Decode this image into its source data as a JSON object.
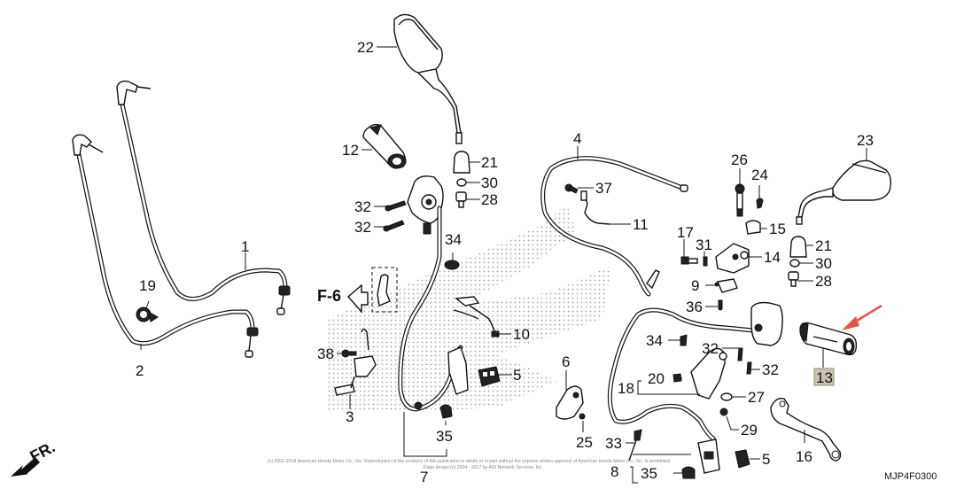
{
  "diagram": {
    "title": "Handlebar / Switch / Cable parts diagram",
    "diagram_code": "MJP4F0300",
    "front_indicator": "FR.",
    "reference_link": "F-6",
    "copyright_line1": "(c) 2002-2018 American Honda Motor Co., Inc. Reproduction of the contents of this publication in whole or in part without the express written approval of American Honda Motor Co., Inc. is prohibited.",
    "copyright_line2": "Page design (c) 2004 - 2017 by ARI Network Services, Inc.",
    "highlighted_part": "13",
    "highlight_color": "#c8c4ae",
    "arrow_color": "#e0574a",
    "callouts": {
      "c1": "1",
      "c2": "2",
      "c3": "3",
      "c4": "4",
      "c5a": "5",
      "c5b": "5",
      "c6": "6",
      "c7": "7",
      "c8": "8",
      "c9": "9",
      "c10": "10",
      "c11": "11",
      "c12": "12",
      "c13": "13",
      "c14": "14",
      "c15": "15",
      "c16": "16",
      "c17": "17",
      "c18": "18",
      "c19": "19",
      "c20": "20",
      "c21a": "21",
      "c21b": "21",
      "c22": "22",
      "c23": "23",
      "c24": "24",
      "c25": "25",
      "c26": "26",
      "c27": "27",
      "c28a": "28",
      "c28b": "28",
      "c29": "29",
      "c30a": "30",
      "c30b": "30",
      "c31": "31",
      "c32a": "32",
      "c32b": "32",
      "c32c": "32",
      "c32d": "32",
      "c33": "33",
      "c34a": "34",
      "c34b": "34",
      "c35a": "35",
      "c35b": "35",
      "c36": "36",
      "c37": "37",
      "c38": "38"
    }
  }
}
